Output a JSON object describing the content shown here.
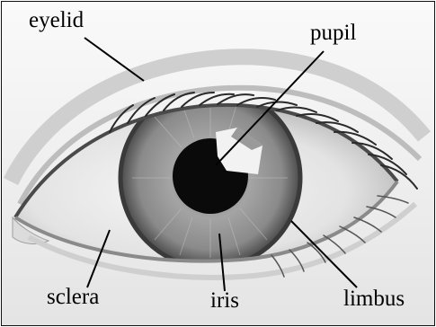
{
  "labels": {
    "eyelid": "eyelid",
    "pupil": "pupil",
    "sclera": "sclera",
    "iris": "iris",
    "limbus": "limbus"
  },
  "colors": {
    "background": "#f4f4f4",
    "sclera": "#e9e9e9",
    "iris": "#8e8e8e",
    "pupil": "#0a0a0a",
    "lash": "#2a2a2a",
    "leader_line": "#000000"
  }
}
